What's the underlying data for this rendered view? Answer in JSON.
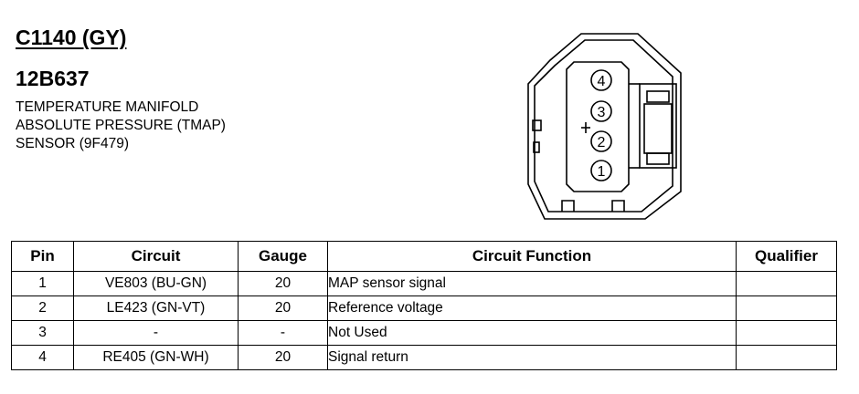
{
  "header": {
    "connector_id": "C1140 (GY)",
    "part_number": "12B637",
    "description_lines": [
      "TEMPERATURE MANIFOLD",
      "ABSOLUTE PRESSURE (TMAP)",
      "SENSOR (9F479)"
    ]
  },
  "connector": {
    "pin_labels": [
      "4",
      "3",
      "2",
      "1"
    ]
  },
  "table": {
    "headers": [
      "Pin",
      "Circuit",
      "Gauge",
      "Circuit Function",
      "Qualifier"
    ],
    "rows": [
      [
        "1",
        "VE803 (BU-GN)",
        "20",
        "MAP sensor signal",
        ""
      ],
      [
        "2",
        "LE423 (GN-VT)",
        "20",
        "Reference voltage",
        ""
      ],
      [
        "3",
        "-",
        "-",
        "Not Used",
        ""
      ],
      [
        "4",
        "RE405 (GN-WH)",
        "20",
        "Signal return",
        ""
      ]
    ]
  }
}
